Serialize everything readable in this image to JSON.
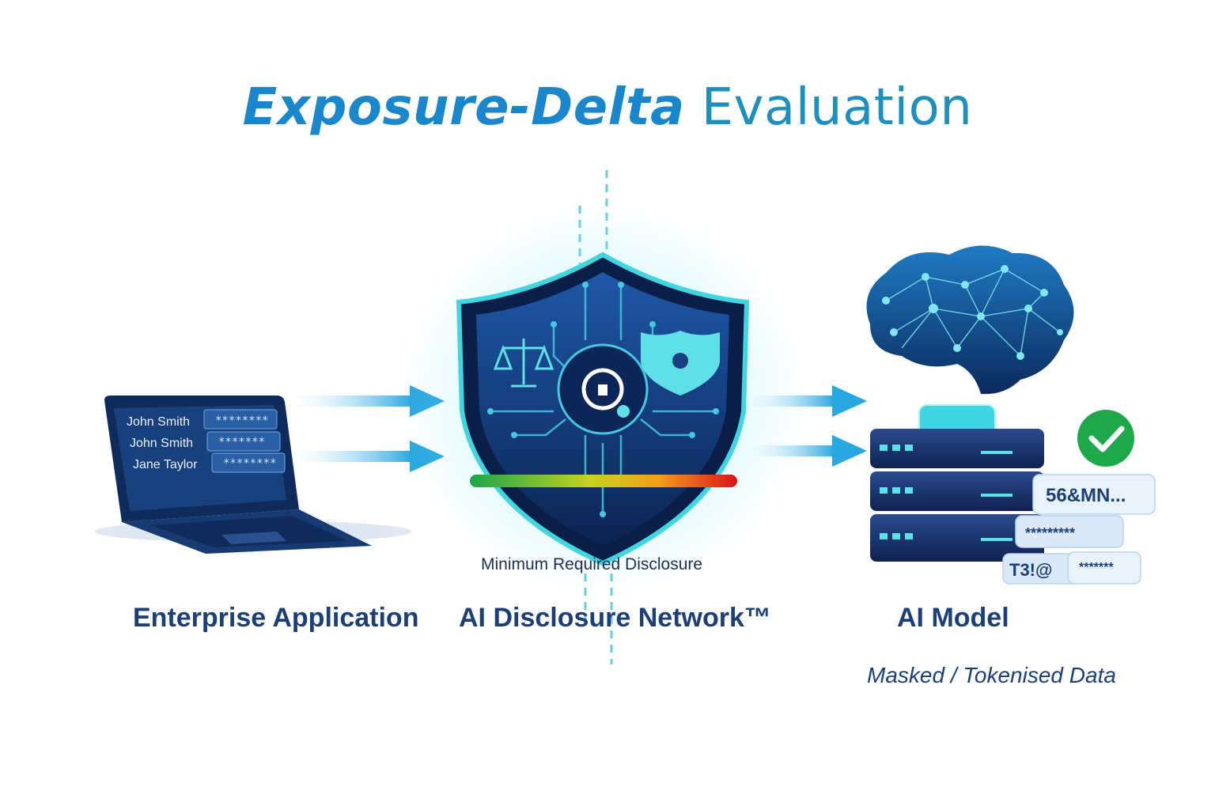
{
  "title": {
    "part1": "Exposure-Delta",
    "part2": "Evaluation"
  },
  "laptop": {
    "rows": [
      {
        "name": "John Smith",
        "masked": "********"
      },
      {
        "name": "John Smith",
        "masked": "*******"
      },
      {
        "name": "Jane Taylor",
        "masked": "********"
      }
    ]
  },
  "shield": {
    "scale_label": "Minimum Required Disclosure",
    "icons": [
      "scales-icon",
      "lock-icon",
      "shield-badge-icon"
    ]
  },
  "tokens": [
    "56&MN...",
    "*********",
    "T3!@",
    "*******"
  ],
  "labels": {
    "left": "Enterprise Application",
    "center": "AI Disclosure Network™",
    "right": "AI Model",
    "right_sub": "Masked / Tokenised Data"
  },
  "colors": {
    "title_bold": "#1a86cc",
    "label": "#1c3f78",
    "shield_dark": "#0f2a5c",
    "accent_cyan": "#2fd0d8",
    "check_green": "#1fa84a"
  }
}
